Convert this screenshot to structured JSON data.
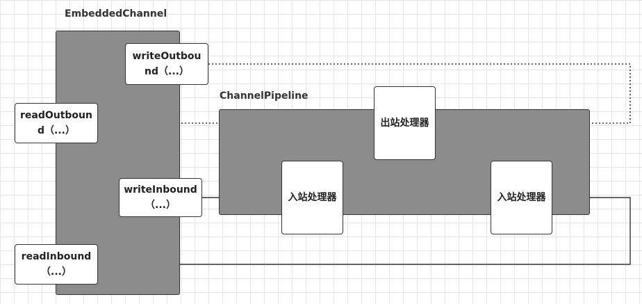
{
  "titles": {
    "embedded_channel": "EmbeddedChannel",
    "channel_pipeline": "ChannelPipeline"
  },
  "boxes": {
    "write_outbound": "writeOutbound（...）",
    "read_outbound": "readOutbound（...）",
    "write_inbound": "writeInbound（...）",
    "read_inbound": "readInbound（...）",
    "outbound_handler": "出站处理器",
    "inbound_handler_1": "入站处理器",
    "inbound_handler_2": "入站处理器"
  }
}
